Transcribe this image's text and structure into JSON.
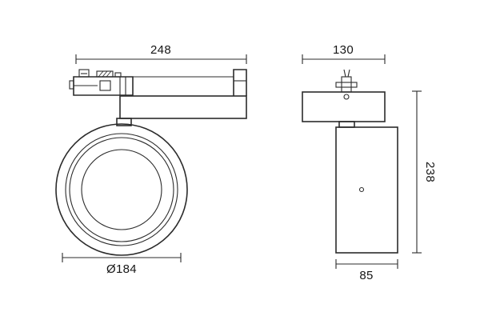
{
  "page": {
    "background": "#ffffff"
  },
  "drawing": {
    "line_color": "#2b2b2b",
    "text_color": "#161616",
    "side_view": {
      "width_dim": "248",
      "diameter_dim": "Ø184"
    },
    "front_view": {
      "width_dim": "130",
      "height_dim": "238",
      "body_width_dim": "85"
    }
  }
}
